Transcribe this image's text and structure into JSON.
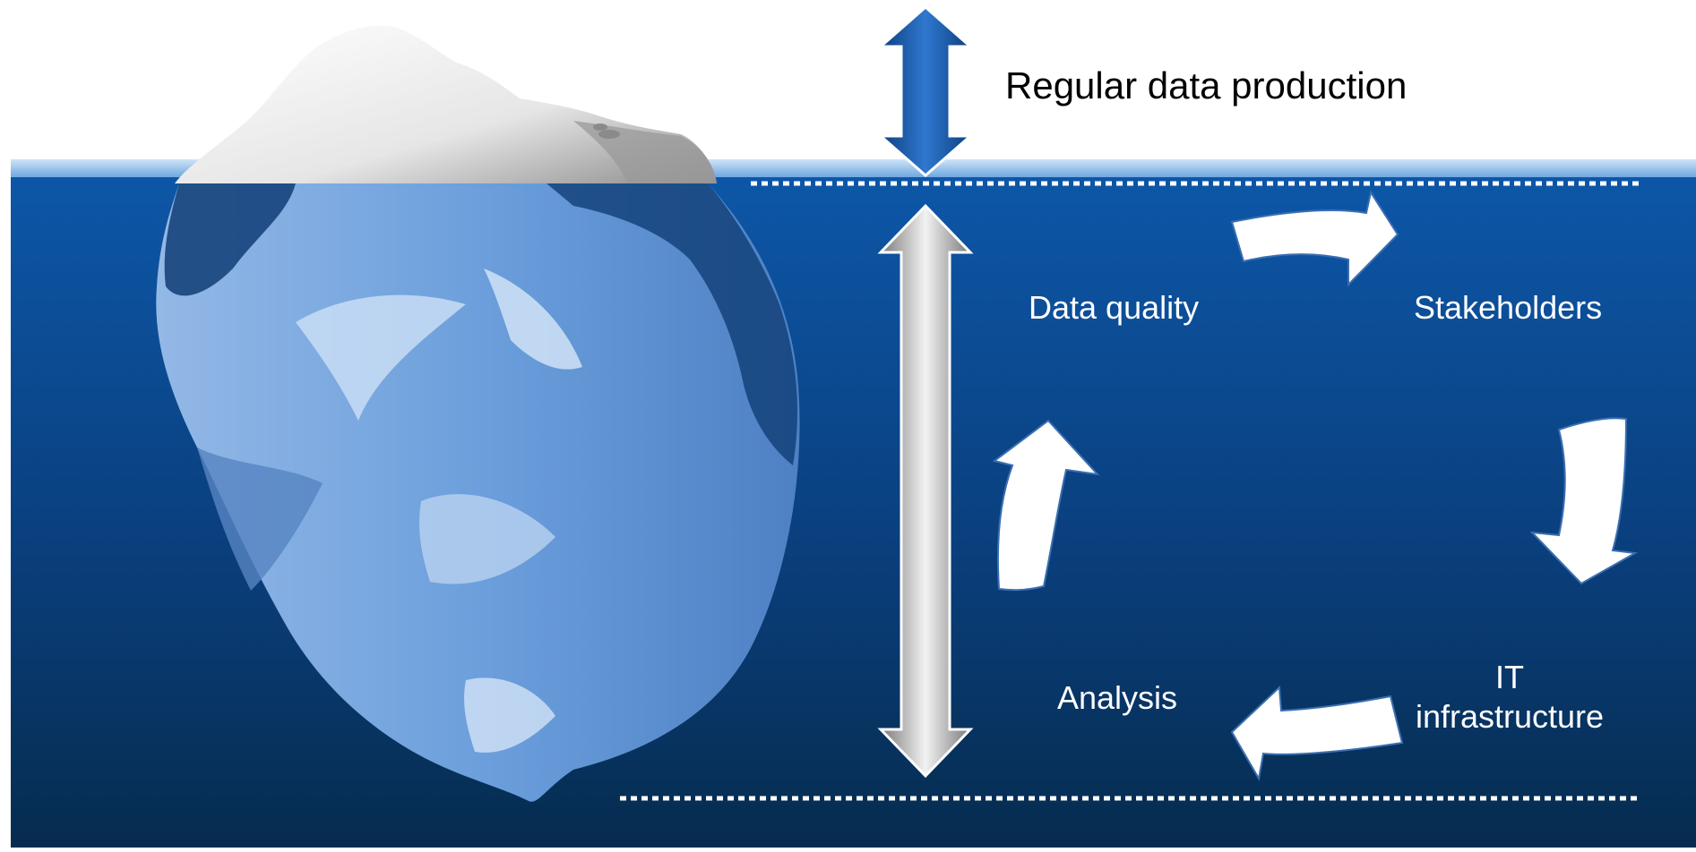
{
  "diagram": {
    "surface_label": "Regular data production",
    "cycle": {
      "data_quality": "Data quality",
      "stakeholders": "Stakeholders",
      "it_line1": "IT",
      "it_line2": "infrastructure",
      "analysis": "Analysis"
    }
  },
  "colors": {
    "sky": "#ffffff",
    "water_top": "#0d57a8",
    "water_bottom": "#062c4f",
    "ice_light": "#a9c8ef",
    "ice_mid": "#6d9fd9",
    "ice_dark": "#0f3d75",
    "arrow_blue": "#1a5fb4",
    "arrow_grey": "#bfbfbf",
    "cycle_arrow": "#ffffff"
  },
  "icons": {
    "surface_arrow": "double-vertical-arrow-icon",
    "depth_arrow": "double-vertical-arrow-icon",
    "cycle_arrows": "curved-arrow-icon"
  }
}
